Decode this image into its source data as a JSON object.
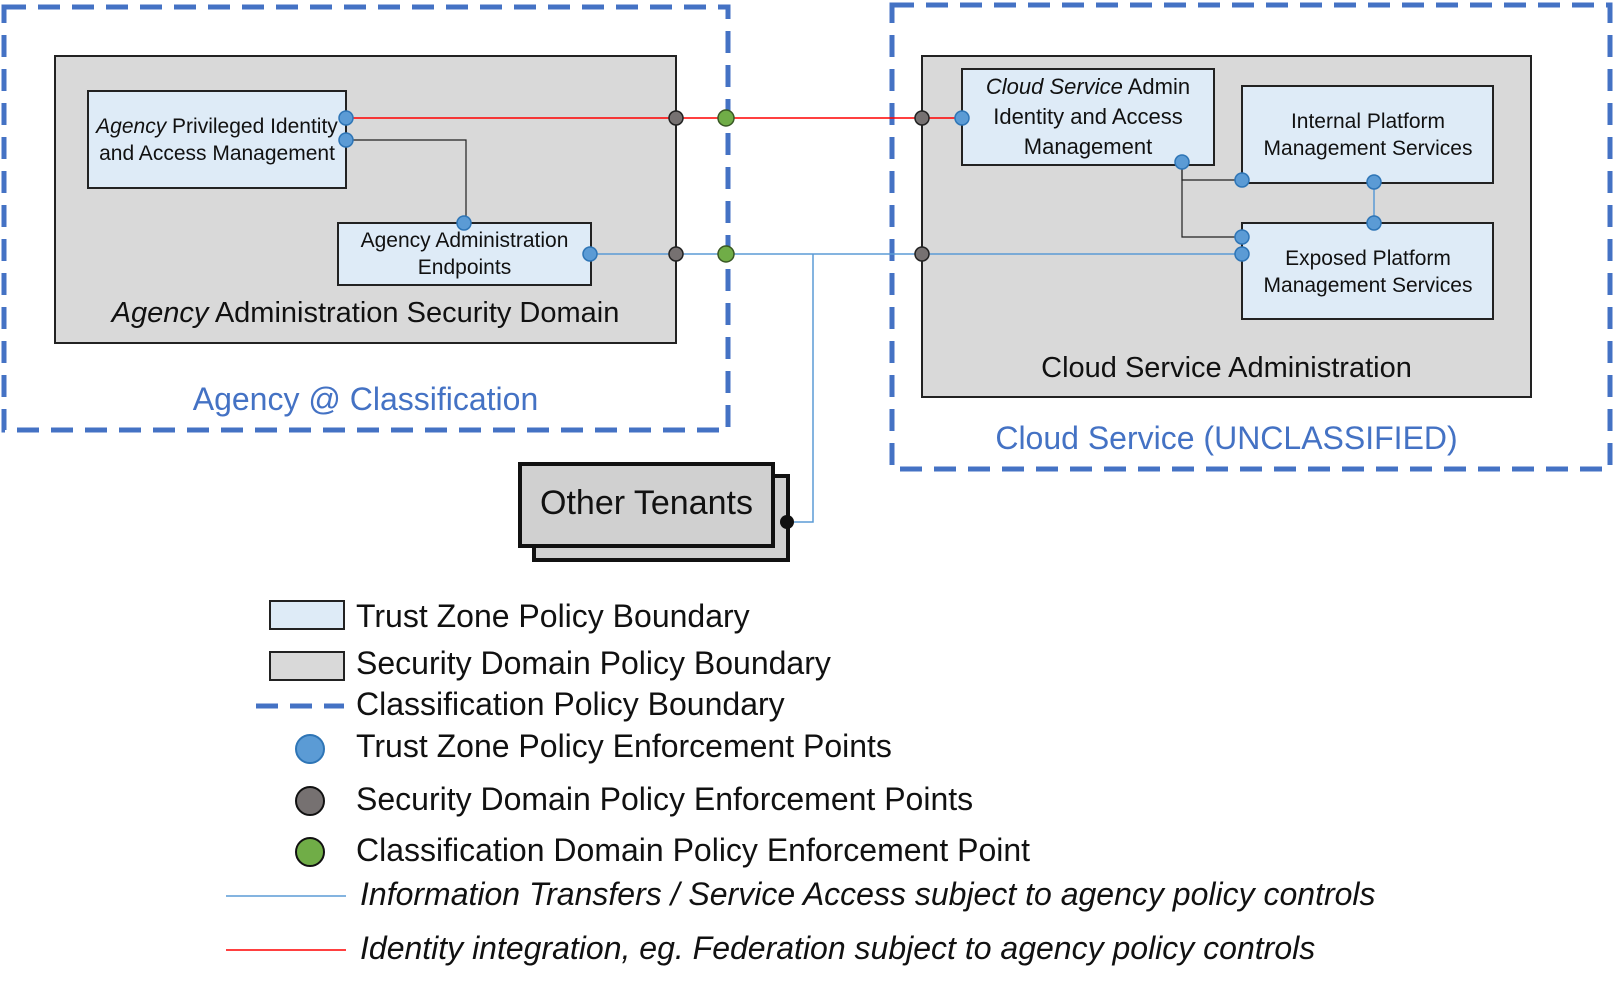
{
  "classification_zones": {
    "agency": "Agency @ Classification",
    "cloud": "Cloud Service (UNCLASSIFIED)"
  },
  "security_domains": {
    "agency_italic": "Agency",
    "agency_rest": " Administration Security Domain",
    "cloud": "Cloud Service Administration"
  },
  "trust_zones": {
    "agency_iam": {
      "italic": "Agency",
      "rest": " Privileged Identity and Access Management"
    },
    "agency_endpoints": "Agency Administration Endpoints",
    "cloud_iam": {
      "italic": "Cloud Service",
      "rest": " Admin Identity and Access Management"
    },
    "internal_platform": "Internal Platform Management Services",
    "exposed_platform": "Exposed Platform Management Services"
  },
  "other_tenants": "Other Tenants",
  "legend": {
    "trust_zone_boundary": "Trust Zone Policy Boundary",
    "security_domain_boundary": "Security Domain Policy Boundary",
    "classification_boundary": "Classification Policy Boundary",
    "trust_zone_pep": "Trust Zone Policy Enforcement Points",
    "security_domain_pep": "Security Domain Policy Enforcement Points",
    "classification_pep": "Classification Domain Policy Enforcement Point",
    "info_transfer_line": "Information Transfers / Service Access subject to agency policy controls",
    "identity_line": "Identity integration, eg. Federation subject to agency policy controls"
  },
  "colors": {
    "classification_dash": "#4472c4",
    "trust_zone_fill": "#deebf7",
    "security_domain_fill": "#d9d9d9",
    "trust_zone_pep": "#5b9bd5",
    "security_domain_pep": "#767171",
    "classification_pep": "#70ad47",
    "info_line": "#5b9bd5",
    "identity_line": "#ff0000"
  }
}
